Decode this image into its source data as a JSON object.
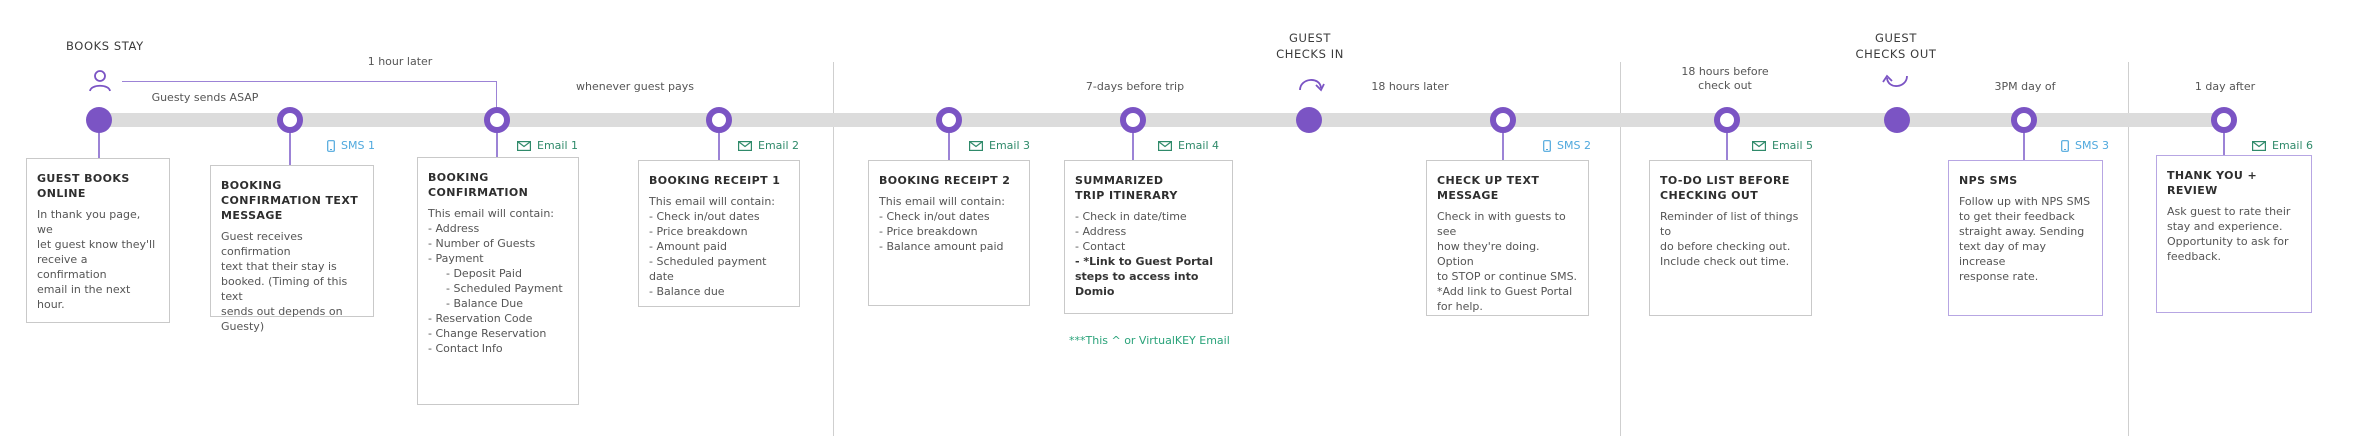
{
  "colors": {
    "accent": "#7b54c4",
    "email": "#2f8a6a",
    "sms": "#4fa8dd",
    "note": "#2aa37a"
  },
  "header": {
    "books_stay": "BOOKS STAY",
    "guest_checks_in": [
      "GUEST",
      "CHECKS IN"
    ],
    "guest_checks_out": [
      "GUEST",
      "CHECKS OUT"
    ]
  },
  "timing": {
    "one_hour_later": "1 hour later",
    "guesty_sends_asap": "Guesty sends ASAP",
    "whenever_guest_pays": "whenever guest pays",
    "seven_days_before": "7-days before trip",
    "eighteen_hours_later": "18 hours later",
    "eighteen_hours_before": [
      "18 hours before",
      "check out"
    ],
    "three_pm": "3PM day of",
    "one_day_after": "1 day after"
  },
  "tags": {
    "sms1": "SMS 1",
    "email1": "Email 1",
    "email2": "Email 2",
    "email3": "Email 3",
    "email4": "Email 4",
    "sms2": "SMS 2",
    "email5": "Email 5",
    "sms3": "SMS 3",
    "email6": "Email 6"
  },
  "cards": {
    "guest_books": {
      "title": [
        "GUEST BOOKS",
        "ONLINE"
      ],
      "lines": [
        "In thank you page, we",
        "let guest know they'll",
        "receive a confirmation",
        "email in the next hour."
      ]
    },
    "confirmation_text": {
      "title": [
        "BOOKING",
        "CONFIRMATION TEXT",
        "MESSAGE"
      ],
      "lines": [
        "Guest receives confirmation",
        "text that their stay is",
        "booked. (Timing of this text",
        "sends out depends on",
        "Guesty)"
      ]
    },
    "booking_confirmation": {
      "title": [
        "BOOKING",
        "CONFIRMATION"
      ],
      "lines": [
        "This email will contain:",
        "- Address",
        "- Number of Guests",
        "- Payment",
        "- Deposit Paid",
        "- Scheduled Payment",
        "- Balance Due",
        "- Reservation Code",
        "- Change Reservation",
        "- Contact Info"
      ]
    },
    "receipt1": {
      "title": [
        "BOOKING RECEIPT 1"
      ],
      "lines": [
        "This email will contain:",
        "- Check in/out dates",
        "- Price breakdown",
        "- Amount paid",
        "- Scheduled payment date",
        "- Balance due"
      ]
    },
    "receipt2": {
      "title": [
        "BOOKING RECEIPT 2"
      ],
      "lines": [
        "This email will contain:",
        "- Check in/out dates",
        "- Price breakdown",
        "- Balance amount paid"
      ]
    },
    "itinerary": {
      "title": [
        "SUMMARIZED",
        "TRIP ITINERARY"
      ],
      "lines": [
        "- Check in date/time",
        "- Address",
        "- Contact"
      ],
      "bold_lines": [
        "- *Link to Guest Portal",
        "steps to access into Domio"
      ]
    },
    "check_up": {
      "title": [
        "CHECK UP TEXT",
        "MESSAGE"
      ],
      "lines": [
        "Check in with guests to see",
        "how they're doing. Option",
        "to STOP or continue SMS.",
        "*Add link to Guest Portal",
        "for help."
      ]
    },
    "todo": {
      "title": [
        "TO-DO LIST BEFORE",
        "CHECKING OUT"
      ],
      "lines": [
        "Reminder of list of things to",
        "do before checking out.",
        "Include check out time."
      ]
    },
    "nps": {
      "title": [
        "NPS SMS"
      ],
      "lines": [
        "Follow up with NPS SMS",
        "to get their feedback",
        "straight away. Sending",
        "text day of may increase",
        "response rate."
      ]
    },
    "thank_you": {
      "title": [
        "THANK YOU + REVIEW"
      ],
      "lines": [
        "Ask guest to rate their",
        "stay and experience.",
        "Opportunity to ask for",
        "feedback."
      ]
    }
  },
  "note": "***This ^ or VirtualKEY Email"
}
